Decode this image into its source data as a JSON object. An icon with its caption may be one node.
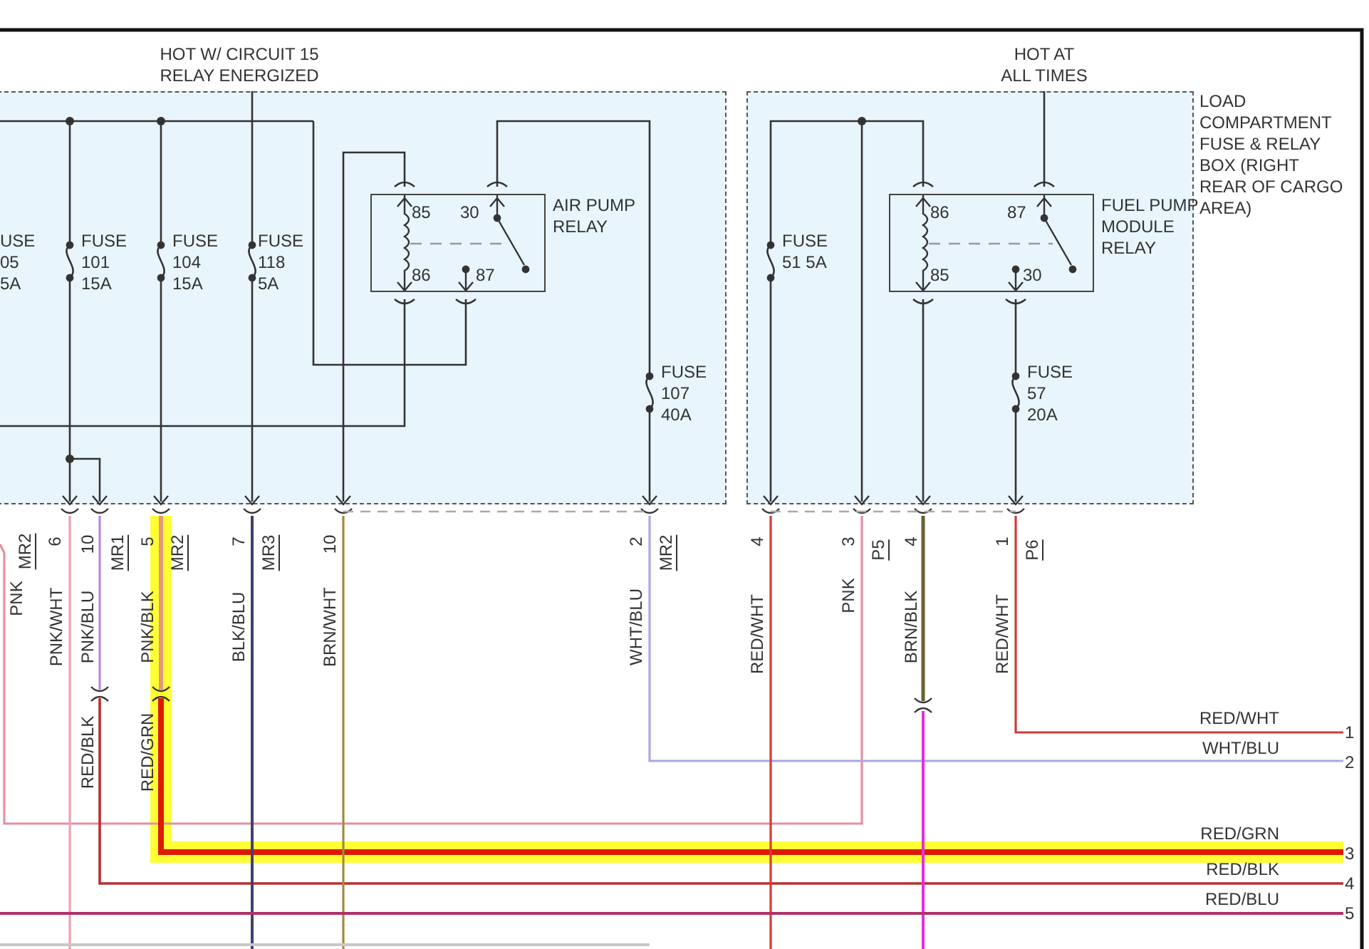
{
  "diagram": {
    "nodes": [
      {
        "text": [
          "HOT AT ALL TIMES"
        ]
      },
      {
        "text": [
          "85",
          "30",
          "AIR PUMP RELAY",
          "86",
          "87"
        ]
      },
      {
        "text": [
          "86",
          "87",
          "FUEL PUMP MODULE RELAY",
          "85",
          "30"
        ]
      },
      {
        "text": [
          "FUSE 107 40A"
        ]
      },
      {
        "text": [
          "FUSE 57 20A"
        ]
      }
    ],
    "edges": [
      {
        "from": 1,
        "to": null,
        "arrow": "other"
      },
      {
        "from": 1,
        "to": 3,
        "arrow": "other"
      },
      {
        "from": 1,
        "to": null,
        "arrow": "other"
      },
      {
        "from": 1,
        "to": null,
        "arrow": "other"
      },
      {
        "from": 2,
        "to": null,
        "arrow": "other"
      },
      {
        "from": 2,
        "to": 0,
        "arrow": "other"
      },
      {
        "from": 2,
        "to": null,
        "arrow": "other"
      },
      {
        "from": 2,
        "to": 4,
        "arrow": "other"
      }
    ],
    "labels": [
      "HOT W/ CIRCUIT 15 RELAY ENERGIZED",
      "LOAD COMPARTMENT FUSE & RELAY BOX (RIGHT REAR OF CARGO AREA)",
      "USE 05 5A",
      "FUSE 101 15A",
      "FUSE 104 15A",
      "FUSE 118 5A",
      "FUSE 51 5A",
      "MR2",
      "6",
      "10",
      "MR1",
      "5",
      "MR2",
      "7",
      "MR3",
      "10",
      "2",
      "MR2",
      "4",
      "3",
      "P5",
      "4",
      "1",
      "P6",
      "PNK",
      "PNK/WHT",
      "PNK/BLU",
      "PNK/BLK",
      "BLK/BLU",
      "BRN/WHT",
      "WHT/BLU",
      "RED/WHT",
      "PNK",
      "BRN/BLK",
      "RED/WHT",
      "RED/BLK",
      "RED/GRN",
      "RED/WHT",
      "1",
      "WHT/BLU",
      "2",
      "RED/GRN",
      "3",
      "RED/BLK",
      "4",
      "RED/BLU",
      "5"
    ]
  }
}
